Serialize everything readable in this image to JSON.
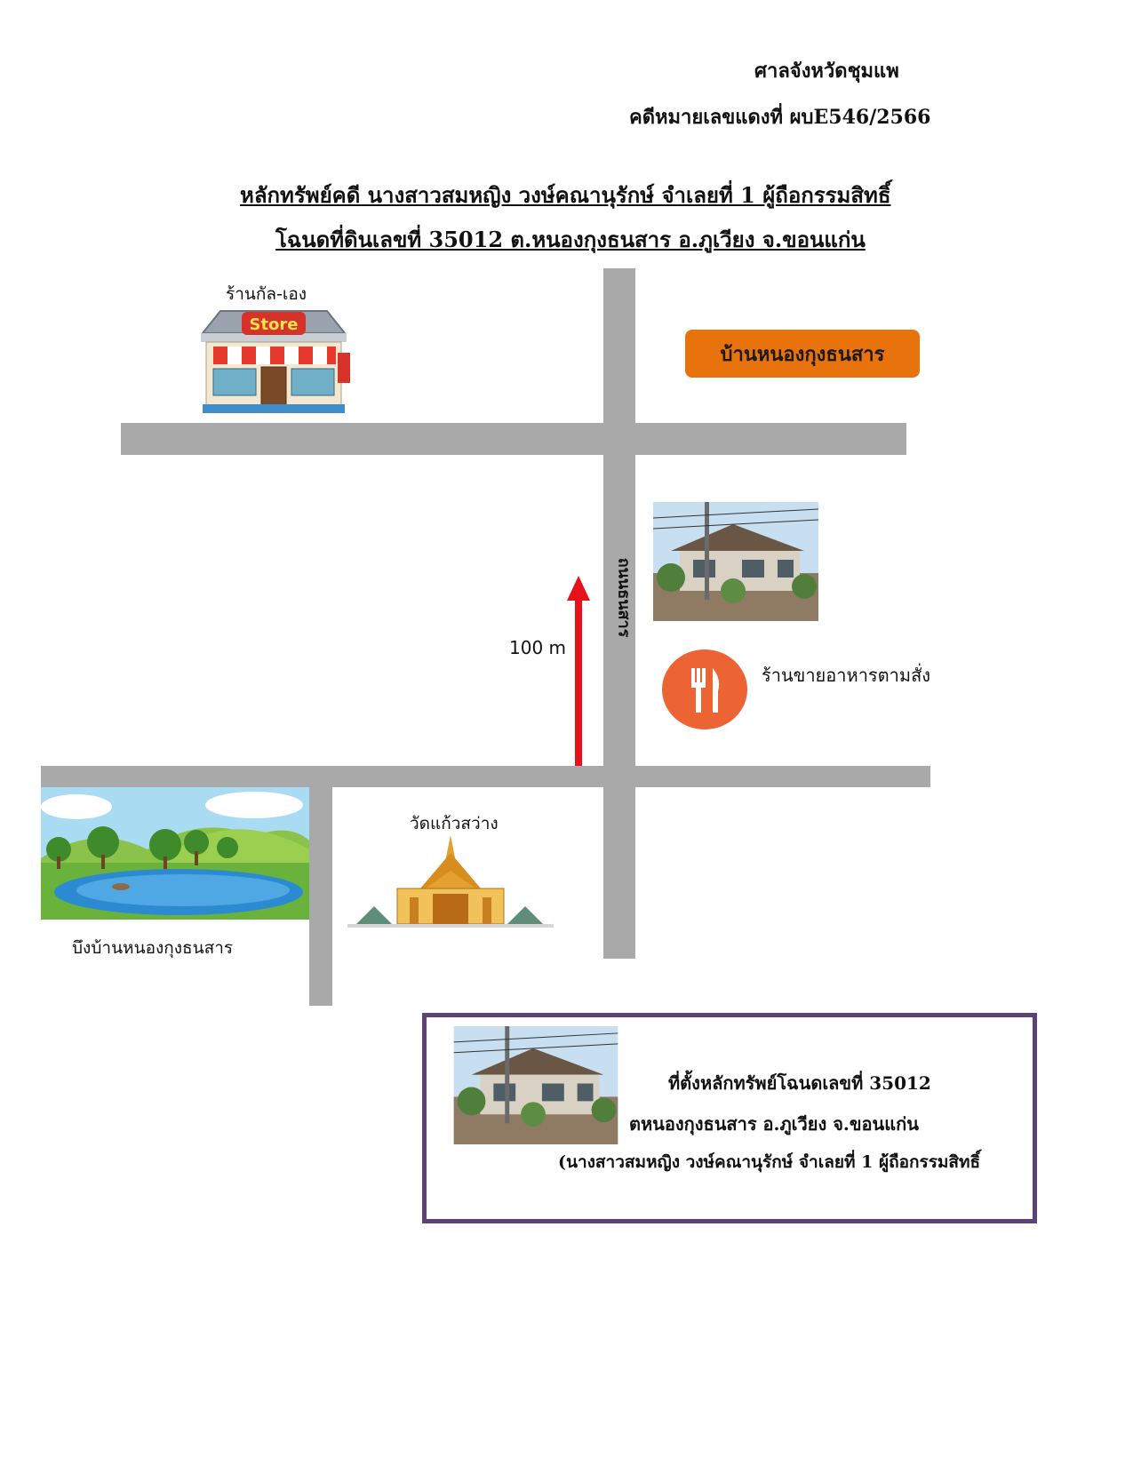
{
  "header": {
    "court": "ศาลจังหวัดชุมแพ",
    "case_number": "คดีหมายเลขแดงที่ ผบE546/2566"
  },
  "title": {
    "line1": "หลักทรัพย์คดี นางสาวสมหญิง วงษ์คณานุรักษ์ จำเลยที่ 1 ผู้ถือกรรมสิทธิ์",
    "line2": "โฉนดที่ดินเลขที่ 35012 ต.หนองกุงธนสาร อ.ภูเวียง จ.ขอนแก่น"
  },
  "map": {
    "store_label": "ร้านกัล-เอง",
    "store_sign": "Store",
    "village_badge": "บ้านหนองกุงธนสาร",
    "road_name": "ถนนธนสาร",
    "distance_label": "100 m",
    "restaurant_label": "ร้านขายอาหารตามสั่ง",
    "temple_label": "วัดแก้วสว่าง",
    "pond_label": "บึงบ้านหนองกุงธนสาร",
    "colors": {
      "road": "#a9a9a9",
      "arrow": "#e8101a",
      "badge": "#e8720c",
      "restaurant_icon": "#ec6434",
      "box_border": "#5b4377"
    },
    "icons": [
      "store-icon",
      "house-photo",
      "restaurant-icon",
      "temple-icon",
      "pond-scene",
      "up-arrow-icon"
    ]
  },
  "property_box": {
    "line1": "ที่ตั้งหลักทรัพย์โฉนดเลขที่ 35012",
    "line2": "ตหนองกุงธนสาร อ.ภูเวียง จ.ขอนแก่น",
    "line3": "(นางสาวสมหญิง วงษ์คณานุรักษ์ จำเลยที่ 1 ผู้ถือกรรมสิทธิ์"
  }
}
